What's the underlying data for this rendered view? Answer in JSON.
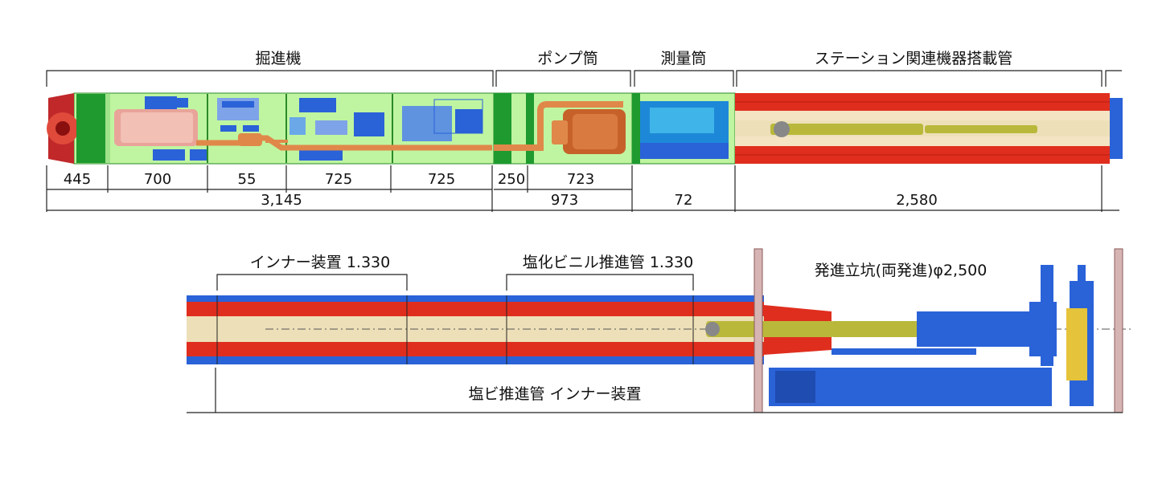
{
  "top_diagram": {
    "section_labels": {
      "machine": "掘進機",
      "pump": "ポンプ筒",
      "survey": "測量筒",
      "station": "ステーション関連機器搭載管"
    },
    "row1_dims": {
      "d445": "445",
      "d700": "700",
      "d55": "55",
      "d725a": "725",
      "d725b": "725",
      "d250": "250",
      "d723": "723"
    },
    "row2_dims": {
      "d3145": "3,145",
      "d973": "973",
      "d72": "72",
      "d2580": "2,580"
    }
  },
  "bottom_diagram": {
    "label_inner": "インナー装置 1.330",
    "label_pvc": "塩化ビニル推進管 1.330",
    "label_shaft": "発進立坑(両発進)φ2,500",
    "label_bottom": "塩ビ推進管  インナー装置"
  },
  "colors": {
    "frame_green": "#bff5a0",
    "dark_green": "#1e9a2e",
    "pipe_orange": "#e0884a",
    "equipment_blue": "#2a62d8",
    "red": "#e02e1e",
    "olive": "#b9b83a",
    "shaft_wall": "#d7b4b4"
  }
}
